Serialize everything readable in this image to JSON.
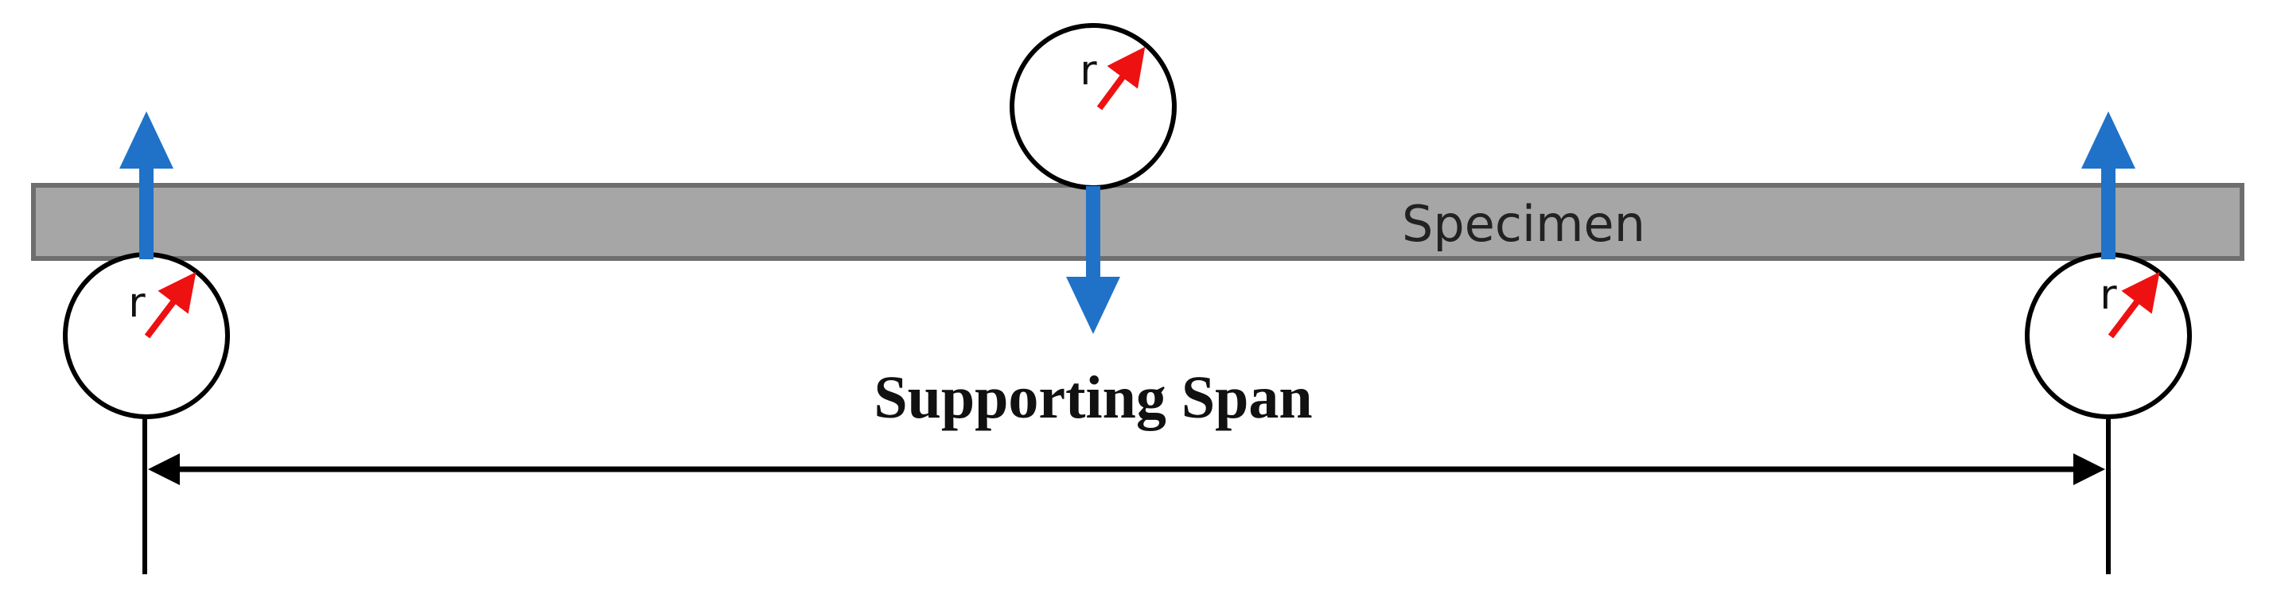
{
  "diagram": {
    "specimen_label": "Specimen",
    "span_label": "Supporting Span",
    "radius_label": "r",
    "colors": {
      "specimen_fill": "#a6a6a6",
      "specimen_stroke": "#6e6e6e",
      "force_arrow": "#1f72c8",
      "radius_arrow": "#ee1111",
      "line": "#000000",
      "background": "#ffffff"
    }
  }
}
